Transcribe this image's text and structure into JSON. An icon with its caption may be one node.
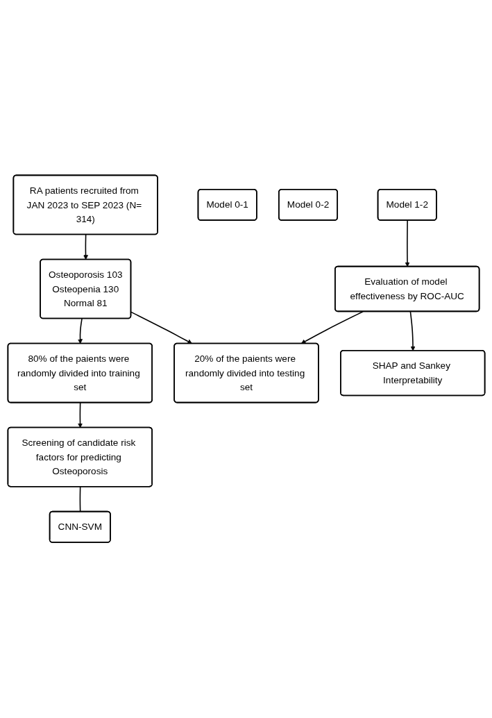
{
  "diagram": {
    "nodes": [
      {
        "text": [
          "RA patients recruited from JAN 2023 to SEP 2023 (N= 314)"
        ]
      },
      {
        "text": [
          "Osteoporosis 103",
          "Osteopenia 130",
          "Normal 81"
        ]
      },
      {
        "text": [
          "80% of the paients were randomly divided into training set"
        ]
      },
      {
        "text": [
          "20% of the paients were randomly divided into testing set"
        ]
      },
      {
        "text": [
          "Screening of candidate risk factors for predicting Osteoporosis"
        ]
      },
      {
        "text": [
          "CNN-SVM"
        ]
      },
      {
        "text": [
          "Model 0-1"
        ]
      },
      {
        "text": [
          "Model 0-2"
        ]
      },
      {
        "text": [
          "Model 1-2"
        ]
      },
      {
        "text": [
          "Evaluation of model effectiveness by ROC-AUC"
        ]
      },
      {
        "text": [
          "SHAP and Sankey Interpretability"
        ]
      }
    ],
    "edges": [
      {
        "from": 0,
        "to": 1,
        "arrow": "to"
      },
      {
        "from": 1,
        "to": 2,
        "arrow": "to"
      },
      {
        "from": 1,
        "to": 3,
        "arrow": "to"
      },
      {
        "from": 2,
        "to": 4,
        "arrow": "to"
      },
      {
        "from": 4,
        "to": 5,
        "arrow": "none"
      },
      {
        "from": 8,
        "to": 9,
        "arrow": "to"
      },
      {
        "from": 9,
        "to": 3,
        "arrow": "to"
      },
      {
        "from": 9,
        "to": 10,
        "arrow": "to"
      }
    ]
  }
}
